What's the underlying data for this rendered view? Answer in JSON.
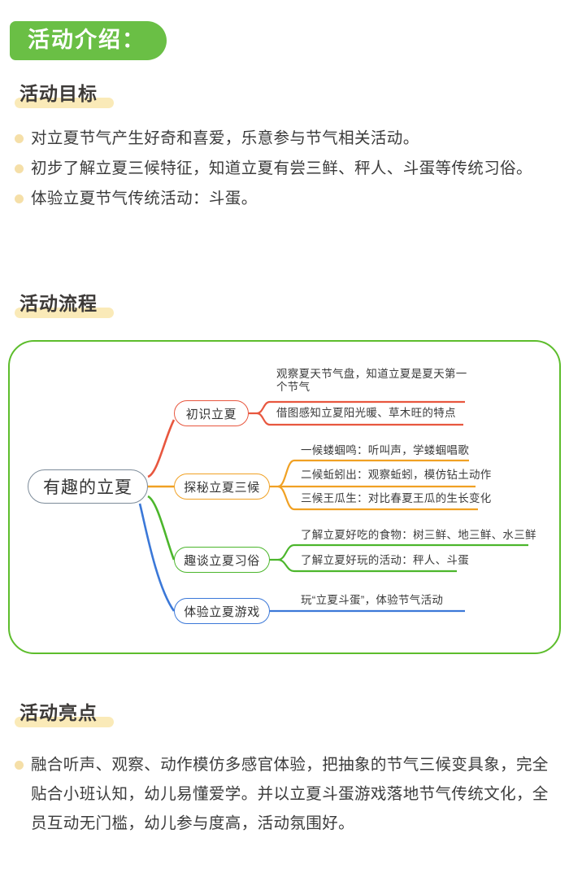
{
  "header": {
    "badge_label": "活动介绍："
  },
  "sections": {
    "goal": {
      "heading": "活动目标",
      "bullets": [
        "对立夏节气产生好奇和喜爱，乐意参与节气相关活动。",
        "初步了解立夏三候特征，知道立夏有尝三鲜、秤人、斗蛋等传统习俗。",
        "体验立夏节气传统活动：斗蛋。"
      ]
    },
    "flow": {
      "heading": "活动流程"
    },
    "highlight": {
      "heading": "活动亮点",
      "bullets": [
        "融合听声、观察、动作模仿多感官体验，把抽象的节气三候变具象，完全贴合小班认知，幼儿易懂爱学。并以立夏斗蛋游戏落地节气传统文化，全员互动无门槛，幼儿参与度高，活动氛围好。"
      ]
    }
  },
  "mindmap": {
    "root": "有趣的立夏",
    "branches": [
      {
        "label": "初识立夏",
        "color": "#e8573f",
        "leaves": [
          "观察夏天节气盘，知道立夏是夏天第一个节气",
          "借图感知立夏阳光暖、草木旺的特点"
        ]
      },
      {
        "label": "探秘立夏三候",
        "color": "#f0a124",
        "leaves": [
          "一候蝼蝈鸣：听叫声，学蝼蝈唱歌",
          "二候蚯蚓出：观察蚯蚓，模仿钻土动作",
          "三候王瓜生：对比春夏王瓜的生长变化"
        ]
      },
      {
        "label": "趣谈立夏习俗",
        "color": "#4cb62c",
        "leaves": [
          "了解立夏好吃的食物：树三鲜、地三鲜、水三鲜",
          "了解立夏好玩的活动：秤人、斗蛋"
        ]
      },
      {
        "label": "体验立夏游戏",
        "color": "#3b78d8",
        "leaves": [
          "玩“立夏斗蛋”，体验节气活动"
        ]
      }
    ]
  },
  "colors": {
    "brand_green": "#6abf45",
    "frame_green": "#5dbd2c",
    "highlight_yellow": "#faeab8",
    "bullet_dot": "#f5dfa8",
    "root_border": "#7c8b99"
  }
}
